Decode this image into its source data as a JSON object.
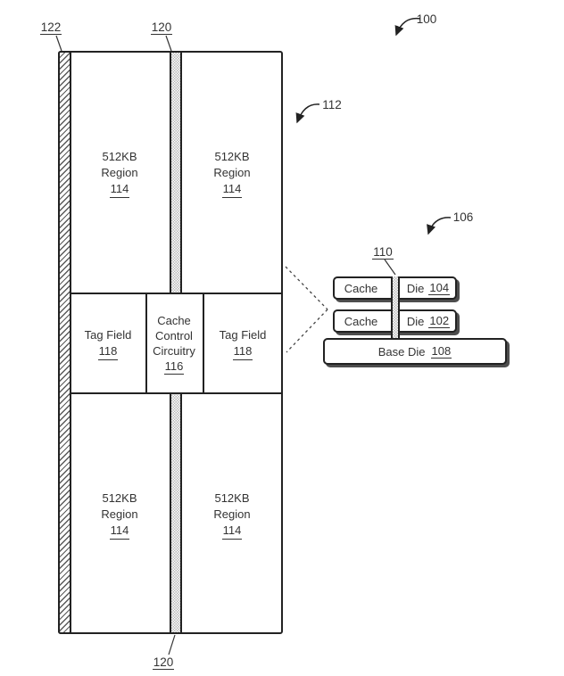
{
  "figure_refs": {
    "overall": "100",
    "cache_die": "112",
    "side_edge": "122",
    "channel_top": "120",
    "channel_bottom": "120",
    "stack": "106",
    "tsv": "110"
  },
  "regions": [
    {
      "size": "512KB",
      "kind": "Region",
      "ref": "114"
    },
    {
      "size": "512KB",
      "kind": "Region",
      "ref": "114"
    },
    {
      "size": "512KB",
      "kind": "Region",
      "ref": "114"
    },
    {
      "size": "512KB",
      "kind": "Region",
      "ref": "114"
    }
  ],
  "band": {
    "tag_left": {
      "label": "Tag Field",
      "ref": "118"
    },
    "control": {
      "line1": "Cache",
      "line2": "Control",
      "line3": "Circuitry",
      "ref": "116"
    },
    "tag_right": {
      "label": "Tag Field",
      "ref": "118"
    }
  },
  "stack": {
    "die_top": {
      "cache": "Cache",
      "die": "Die",
      "ref": "104"
    },
    "die_bottom": {
      "cache": "Cache",
      "die": "Die",
      "ref": "102"
    },
    "base": {
      "label": "Base Die",
      "ref": "108"
    }
  },
  "colors": {
    "line": "#222222",
    "text": "#333333",
    "strip_checker": "#b9b9b9",
    "shadow": "#4d4d4d"
  }
}
